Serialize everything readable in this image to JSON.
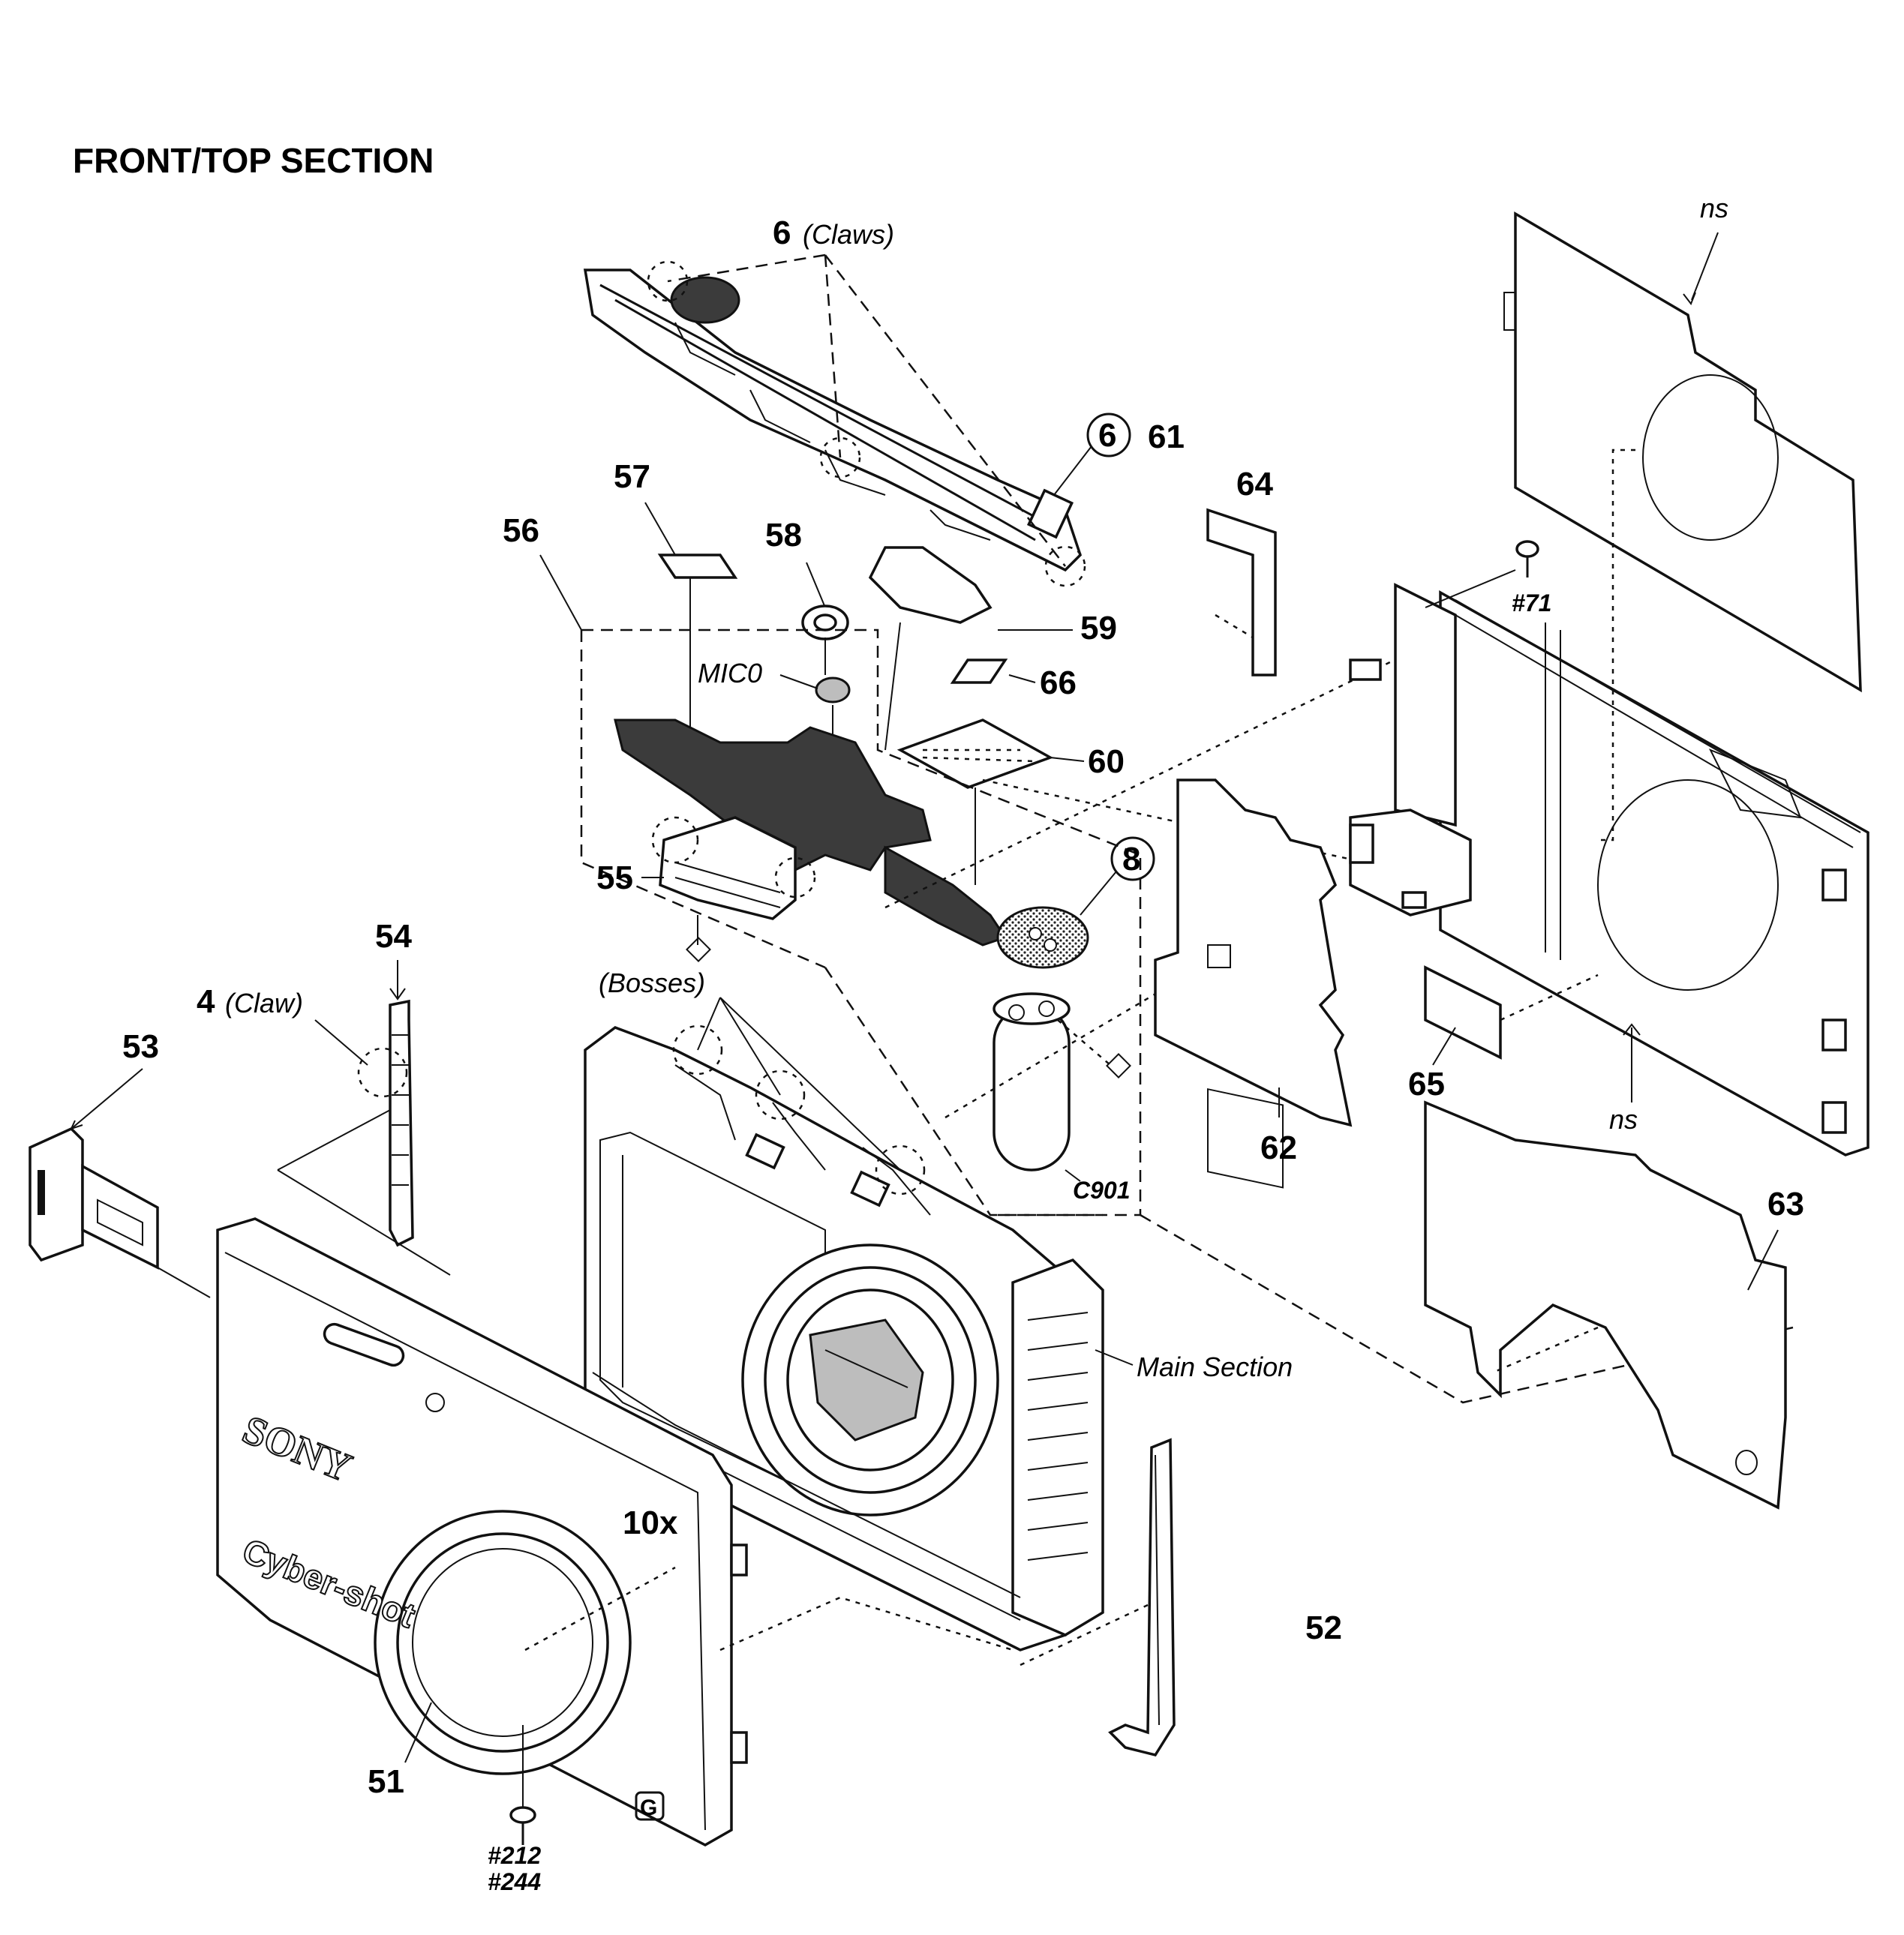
{
  "title": "FRONT/TOP SECTION",
  "callouts": {
    "p51": "51",
    "p52": "52",
    "p53": "53",
    "p54": "54",
    "p55": "55",
    "p56": "56",
    "p57": "57",
    "p58": "58",
    "p59": "59",
    "p60": "60",
    "p61": "61",
    "p62": "62",
    "p63": "63",
    "p64": "64",
    "p65": "65",
    "p66": "66"
  },
  "annotations": {
    "claws_top": "(Claws)",
    "claws_top_num": "6",
    "claw_side": "(Claw)",
    "claw_side_num": "4",
    "bosses": "(Bosses)",
    "mic": "MIC0",
    "c901": "C901",
    "main_section": "Main Section",
    "ns_top": "ns",
    "ns_mid": "ns",
    "screw_71": "#71",
    "screw_212": "#212",
    "screw_244": "#244",
    "circled_6": "6",
    "circled_8": "8"
  },
  "product_marks": {
    "brand": "SONY",
    "model": "Cyber-shot",
    "zoom": "10x",
    "g_mark": "G"
  }
}
